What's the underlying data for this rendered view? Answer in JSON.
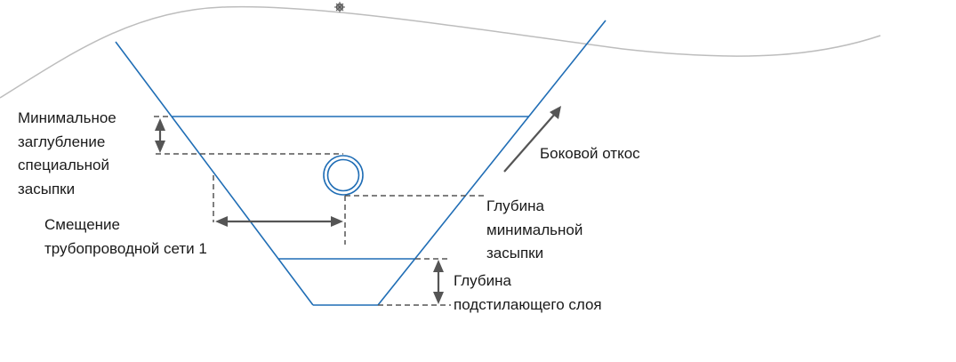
{
  "colors": {
    "trench": "#1f6db5",
    "ground": "#bdbdbd",
    "dim": "#555555"
  },
  "labels": {
    "min_cover": [
      "Минимальное",
      "заглубление",
      "специальной",
      "засыпки"
    ],
    "offset": [
      "Смещение",
      "трубопроводной сети 1"
    ],
    "side_slope": "Боковой откос",
    "min_backfill_depth": [
      "Глубина",
      "минимальной",
      "засыпки"
    ],
    "bedding_depth": [
      "Глубина",
      "подстилающего слоя"
    ]
  },
  "icons": {
    "ground_marker": "gear-icon"
  }
}
